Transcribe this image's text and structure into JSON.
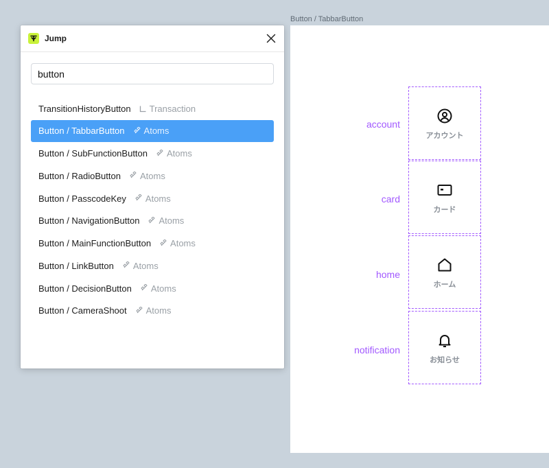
{
  "frame": {
    "label": "Button / TabbarButton",
    "variants": [
      {
        "prop": "account",
        "label": "アカウント",
        "icon": "account-icon"
      },
      {
        "prop": "card",
        "label": "カード",
        "icon": "card-icon"
      },
      {
        "prop": "home",
        "label": "ホーム",
        "icon": "home-icon"
      },
      {
        "prop": "notification",
        "label": "お知らせ",
        "icon": "bell-icon"
      }
    ],
    "accent_color": "#a259ff"
  },
  "dialog": {
    "title": "Jump",
    "search": {
      "value": "button",
      "placeholder": ""
    },
    "selected_color": "#4aa0f7",
    "results": [
      {
        "name": "TransitionHistoryButton",
        "page": "Transaction",
        "page_icon": "frame-corner-icon"
      },
      {
        "name": "Button / TabbarButton",
        "page": "Atoms",
        "page_icon": "component-icon",
        "selected": true
      },
      {
        "name": "Button / SubFunctionButton",
        "page": "Atoms",
        "page_icon": "component-icon"
      },
      {
        "name": "Button / RadioButton",
        "page": "Atoms",
        "page_icon": "component-icon"
      },
      {
        "name": "Button / PasscodeKey",
        "page": "Atoms",
        "page_icon": "component-icon"
      },
      {
        "name": "Button / NavigationButton",
        "page": "Atoms",
        "page_icon": "component-icon"
      },
      {
        "name": "Button / MainFunctionButton",
        "page": "Atoms",
        "page_icon": "component-icon"
      },
      {
        "name": "Button / LinkButton",
        "page": "Atoms",
        "page_icon": "component-icon"
      },
      {
        "name": "Button / DecisionButton",
        "page": "Atoms",
        "page_icon": "component-icon"
      },
      {
        "name": "Button / CameraShoot",
        "page": "Atoms",
        "page_icon": "component-icon"
      }
    ]
  }
}
